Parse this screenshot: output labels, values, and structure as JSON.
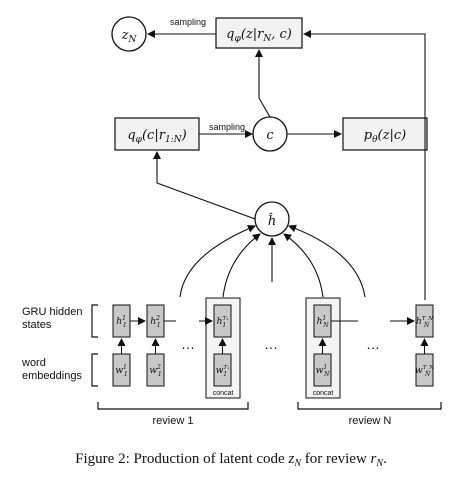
{
  "diagram": {
    "nodes": {
      "z_n": "z_N",
      "q_z_given": "q_φ(z|r_N, c)",
      "q_c_given": "q_φ(c|r_1:N)",
      "c": "c",
      "p_z_given_c": "p_θ(z|c)",
      "h_hat": "ĥ"
    },
    "edge_labels": {
      "sampling_top": "sampling",
      "sampling_mid": "sampling"
    },
    "side_labels": {
      "gru": "GRU hidden\nstates",
      "word": "word\nembeddings"
    },
    "gru_cells": [
      "h_1^1",
      "h_1^2",
      "h_1^T1",
      "h_N^1",
      "h_N^TN"
    ],
    "word_cells": [
      "w_1^1",
      "w_1^2",
      "w_1^T1",
      "w_N^1",
      "w_N^TN"
    ],
    "ellipsis": "…",
    "concat_labels": [
      "concat",
      "concat"
    ],
    "brackets": [
      "review 1",
      "review N"
    ]
  },
  "caption": {
    "prefix": "Figure 2: Production of latent code ",
    "var1": "z_N",
    "mid": " for review ",
    "var2": "r_N",
    "suffix": "."
  }
}
